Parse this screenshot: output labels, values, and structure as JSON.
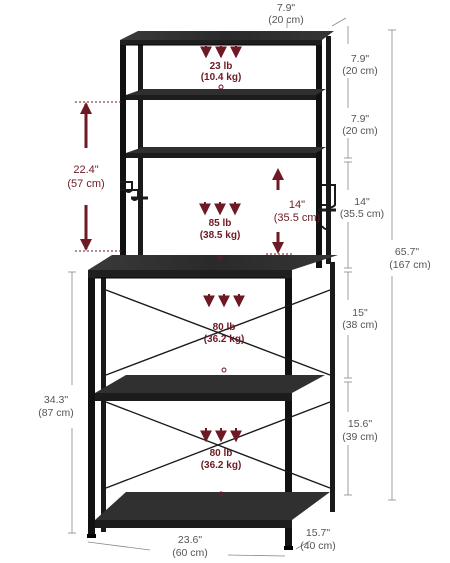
{
  "colors": {
    "accent": "#6d1a24",
    "frame": "#1a1a1a",
    "wood": "#2e2e2e",
    "dimension_text": "#555555"
  },
  "dimensions": {
    "top_depth": "7.9\"",
    "top_depth_cm": "(20 cm)",
    "tier1_height": "7.9\"",
    "tier1_height_cm": "(20 cm)",
    "tier2_height": "7.9\"",
    "tier2_height_cm": "(20 cm)",
    "tier3_height": "14\"",
    "tier3_height_cm": "(35.5 cm)",
    "tier4_height": "15\"",
    "tier4_height_cm": "(38 cm)",
    "tier5_height": "15.6\"",
    "tier5_height_cm": "(39 cm)",
    "total_height": "65.7\"",
    "total_height_cm": "(167 cm)",
    "hutch_height": "22.4\"",
    "hutch_height_cm": "(57 cm)",
    "gap_height": "14\"",
    "gap_height_cm": "(35.5 cm)",
    "base_height": "34.3\"",
    "base_height_cm": "(87 cm)",
    "width": "23.6\"",
    "width_cm": "(60 cm)",
    "depth": "15.7\"",
    "depth_cm": "(40 cm)"
  },
  "loads": {
    "top_shelf": "23 lb",
    "top_shelf_kg": "(10.4 kg)",
    "counter": "85 lb",
    "counter_kg": "(38.5 kg)",
    "middle_shelf": "80 lb",
    "middle_shelf_kg": "(36.2 kg)",
    "bottom_shelf": "80 lb",
    "bottom_shelf_kg": "(36.2 kg)"
  }
}
